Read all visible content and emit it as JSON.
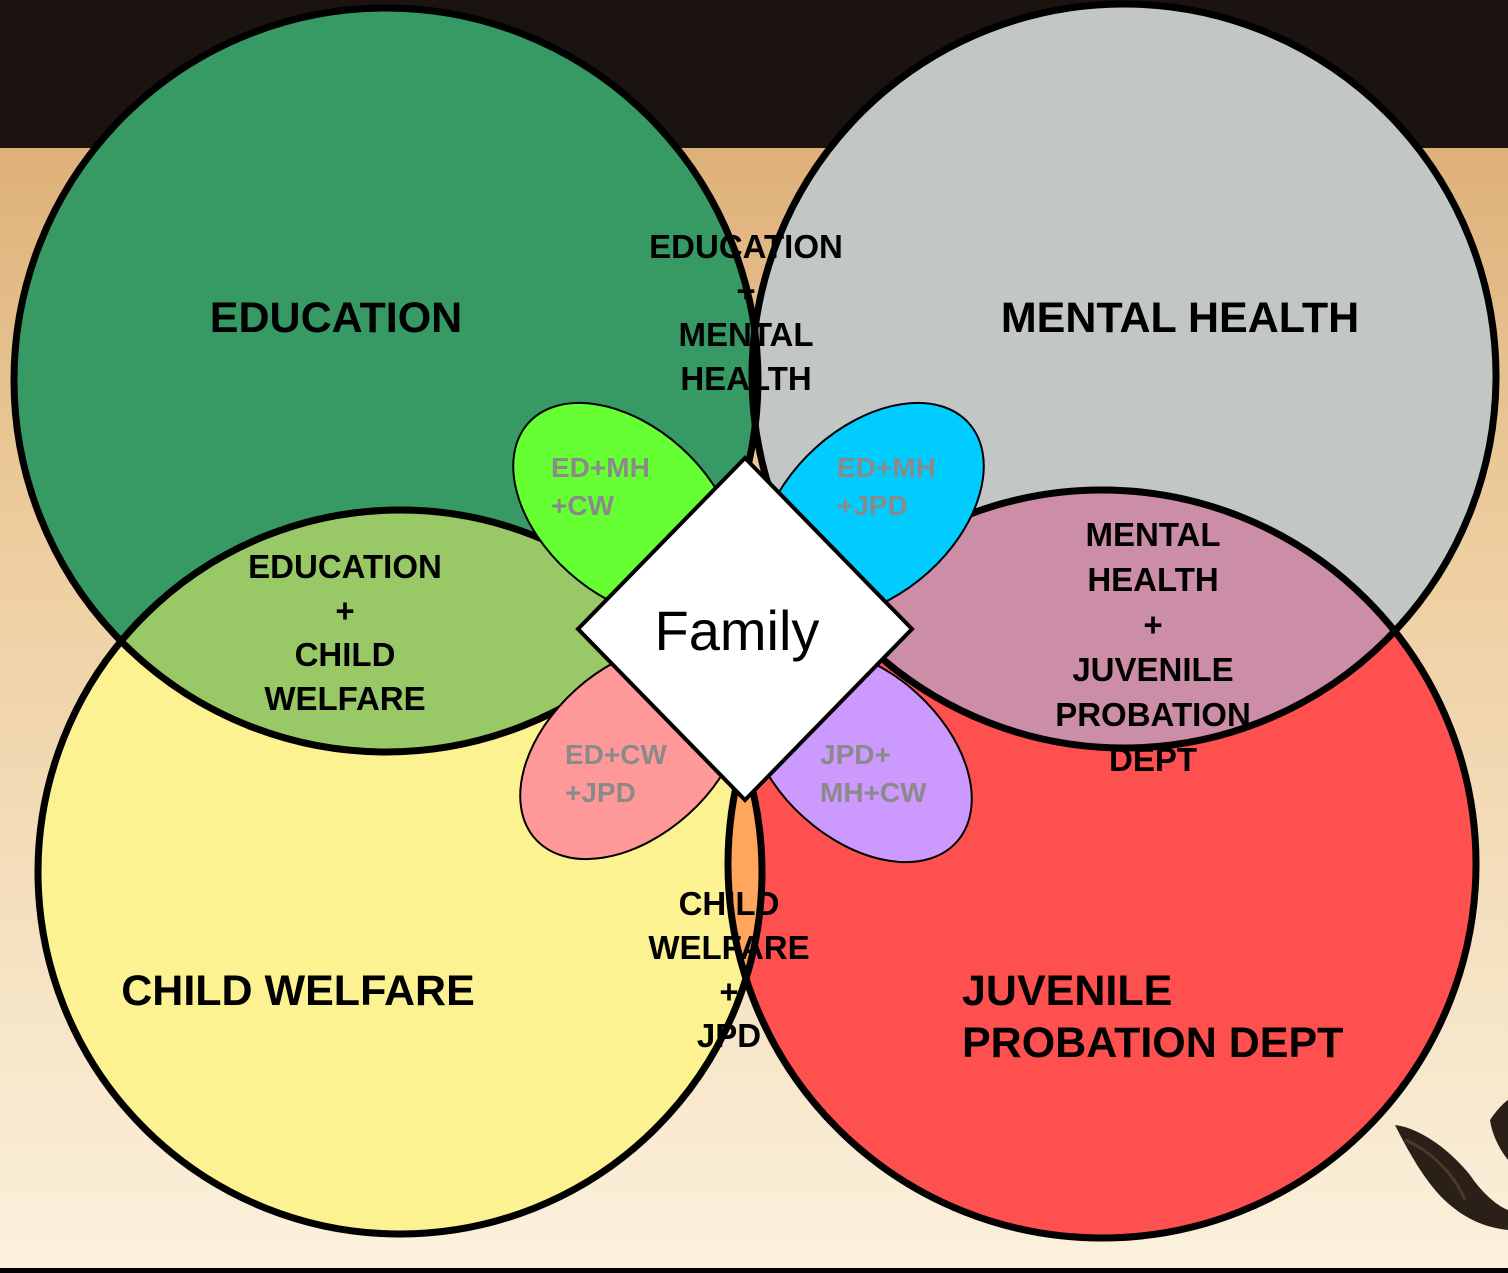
{
  "center": "Family",
  "regions": {
    "education": {
      "lines": [
        "EDUCATION"
      ],
      "color": "#379a64"
    },
    "mental_health": {
      "lines": [
        "MENTAL HEALTH"
      ],
      "color": "#c2c7c5"
    },
    "child_welfare": {
      "lines": [
        "CHILD WELFARE"
      ],
      "color": "#fdf292"
    },
    "juvenile_probation": {
      "lines": [
        "JUVENILE",
        "PROBATION DEPT"
      ],
      "color": "#ff5050"
    }
  },
  "pairs": {
    "ed_mh": {
      "lines": [
        "EDUCATION",
        "+",
        "MENTAL",
        "HEALTH"
      ],
      "color": "#66b2b2"
    },
    "ed_cw": {
      "lines": [
        "EDUCATION",
        "+",
        "CHILD",
        "WELFARE"
      ],
      "color": "#99c966"
    },
    "mh_jpd": {
      "lines": [
        "MENTAL",
        "HEALTH",
        "+",
        "JUVENILE",
        "PROBATION",
        "DEPT"
      ],
      "color": "#cc8ea6"
    },
    "cw_jpd": {
      "lines": [
        "CHILD",
        "WELFARE",
        "+",
        "JPD"
      ],
      "color": "#ffa65c"
    }
  },
  "triples": {
    "ed_mh_cw": {
      "lines": [
        "ED+MH",
        "+CW"
      ],
      "color": "#66ff33"
    },
    "ed_mh_jpd": {
      "lines": [
        "ED+MH",
        "+JPD"
      ],
      "color": "#00ccff"
    },
    "ed_cw_jpd": {
      "lines": [
        "ED+CW",
        "+JPD"
      ],
      "color": "#ff9999"
    },
    "jpd_mh_cw": {
      "lines": [
        "JPD+",
        "MH+CW"
      ],
      "color": "#cc99ff"
    }
  },
  "background": {
    "top": "#1a1310",
    "sky": "#e6c08f",
    "ground": "#faefd9"
  }
}
